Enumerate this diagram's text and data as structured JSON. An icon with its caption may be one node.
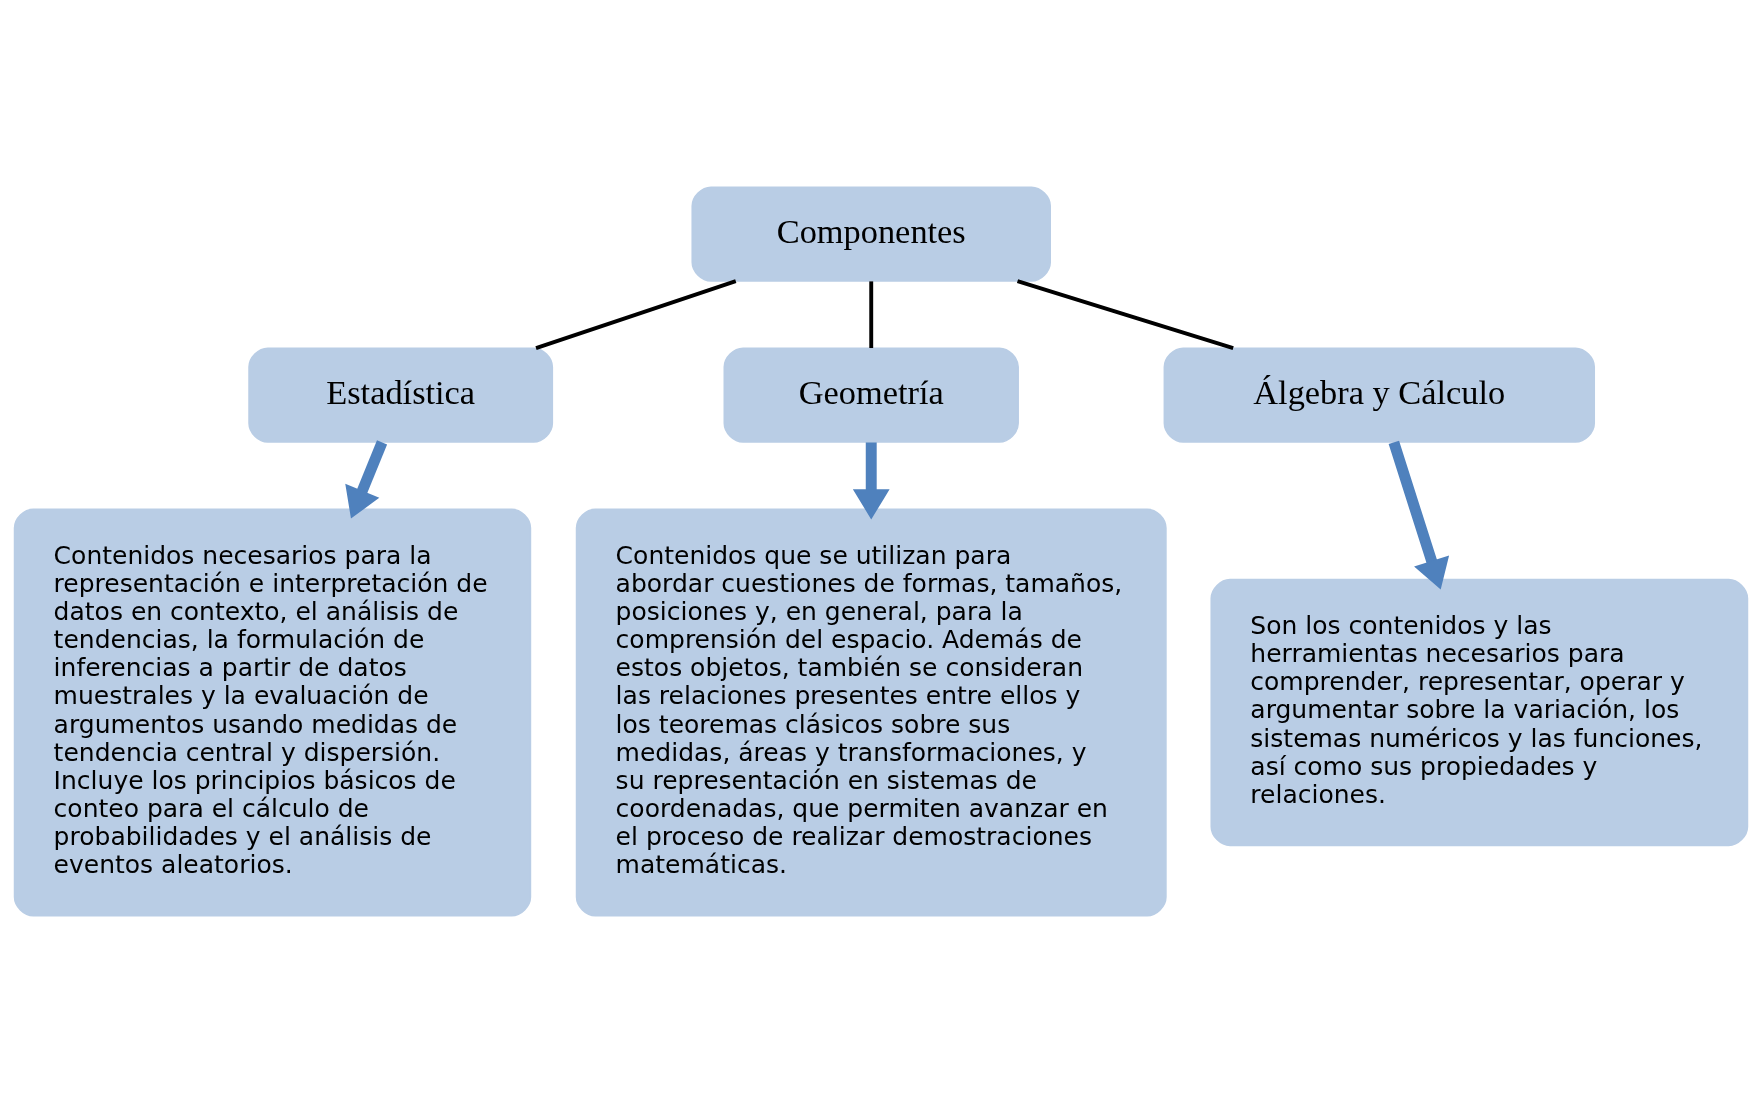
{
  "diagram": {
    "nodes": [
      {
        "text": [
          "Componentes"
        ]
      },
      {
        "text": [
          "Estadística"
        ]
      },
      {
        "text": [
          "Geometría"
        ]
      },
      {
        "text": [
          "Álgebra y Cálculo"
        ]
      },
      {
        "text": [
          "Contenidos necesarios para la representación e interpretación de datos en contexto, el análisis de tendencias, la formulación de inferencias a partir de datos muestrales y la evaluación de argumentos usando medidas de tendencia central y dispersión. Incluye los principios básicos de conteo para el cálculo de probabilidades y el análisis de eventos aleatorios."
        ]
      },
      {
        "text": [
          "Contenidos que se utilizan para abordar cuestiones de formas, tamaños, posiciones y, en general, para la comprensión del espacio. Además de estos objetos, también se consideran las relaciones presentes entre ellos y los teoremas clásicos sobre sus medidas, áreas y transformaciones, y su representación en sistemas de coordenadas, que permiten avanzar en el proceso de realizar demostraciones matemáticas."
        ]
      },
      {
        "text": [
          "Son los contenidos y las herramientas necesarios para comprender, representar, operar y argumentar sobre la variación, los sistemas numéricos y las funciones, así como sus propiedades y relaciones."
        ]
      }
    ],
    "edges": [
      {
        "from": 0,
        "to": 1,
        "arrow": "none"
      },
      {
        "from": 0,
        "to": 2,
        "arrow": "none"
      },
      {
        "from": 0,
        "to": 3,
        "arrow": "none"
      },
      {
        "from": 1,
        "to": 4,
        "arrow": "to",
        "style": "thick",
        "color": "#4f81bd"
      },
      {
        "from": 2,
        "to": 5,
        "arrow": "to",
        "style": "thick",
        "color": "#4f81bd"
      },
      {
        "from": 3,
        "to": 6,
        "arrow": "to",
        "style": "thick",
        "color": "#4f81bd"
      }
    ]
  }
}
